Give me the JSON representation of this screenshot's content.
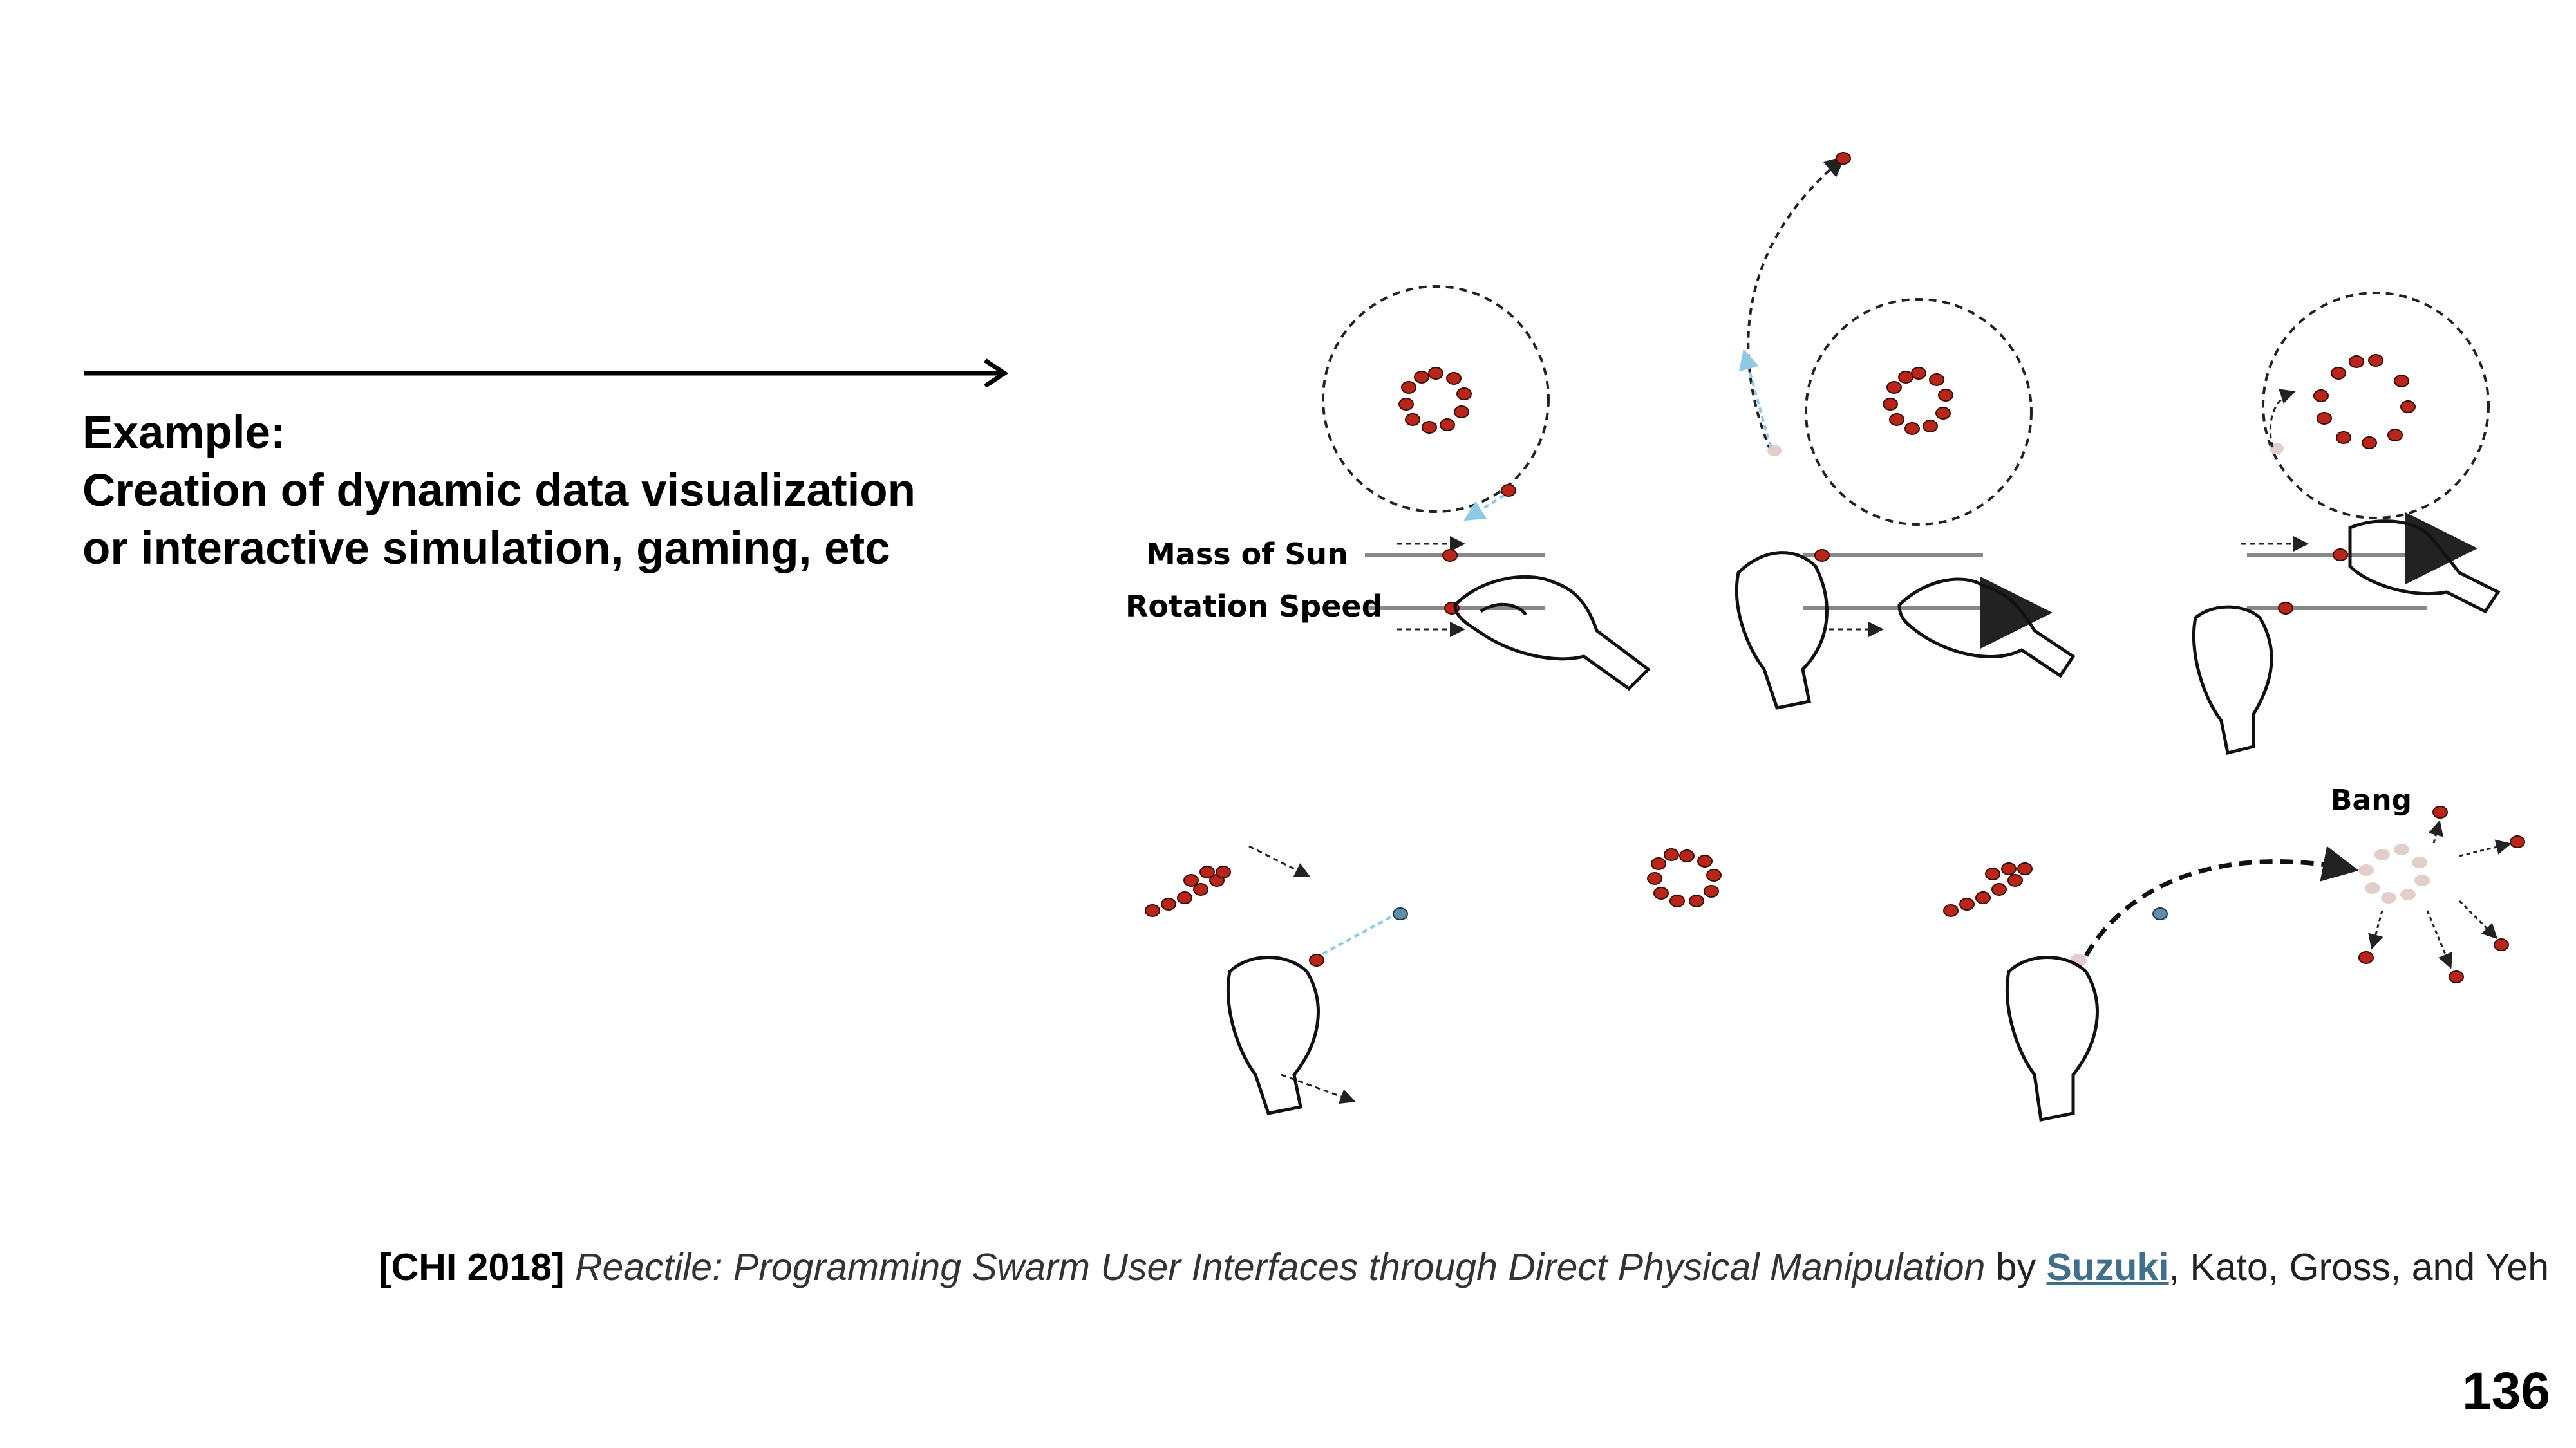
{
  "slide": {
    "example_heading": "Example:",
    "example_line1": "Creation of dynamic data visualization",
    "example_line2": "or interactive simulation, gaming, etc",
    "page_number": "136"
  },
  "figure": {
    "label_mass": "Mass of Sun",
    "label_rotation": "Rotation Speed",
    "label_bang": "Bang",
    "colors": {
      "robot_red": "#b8261a",
      "robot_faded": "#e2cfcb",
      "robot_blue": "#5f8ea8",
      "trajectory_blue": "#8ec9e8"
    }
  },
  "citation": {
    "venue": "[CHI 2018]",
    "title": "Reactile: Programming Swarm User Interfaces through Direct Physical Manipulation",
    "by": " by ",
    "author_link": "Suzuki",
    "rest": ", Kato, Gross, and Yeh"
  }
}
